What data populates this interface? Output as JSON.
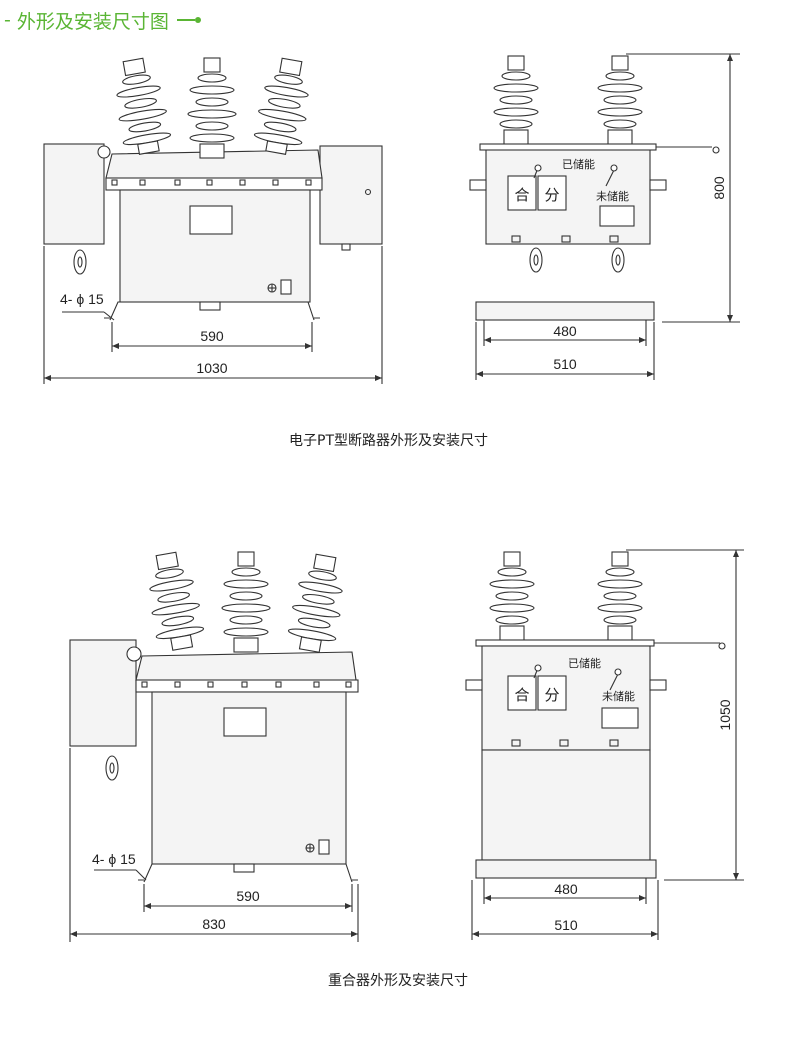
{
  "header": {
    "prefix": "-",
    "title": "外形及安装尺寸图"
  },
  "section1": {
    "caption": "电子PT型断路器外形及安装尺寸",
    "front_view": {
      "hole_label": "4- ϕ 15",
      "dim_mount": "590",
      "dim_total": "1030"
    },
    "side_view": {
      "stored_label": "已储能",
      "not_stored_label": "未储能",
      "close_button": "合",
      "open_button": "分",
      "dim_mount": "480",
      "dim_total": "510",
      "dim_height": "800"
    }
  },
  "section2": {
    "caption": "重合器外形及安装尺寸",
    "front_view": {
      "hole_label": "4- ϕ 15",
      "dim_mount": "590",
      "dim_total": "830"
    },
    "side_view": {
      "stored_label": "已储能",
      "not_stored_label": "未储能",
      "close_button": "合",
      "open_button": "分",
      "dim_mount": "480",
      "dim_total": "510",
      "dim_height": "1050"
    }
  },
  "colors": {
    "accent": "#5ab534",
    "line": "#333333",
    "body_fill": "#f4f4f4"
  }
}
